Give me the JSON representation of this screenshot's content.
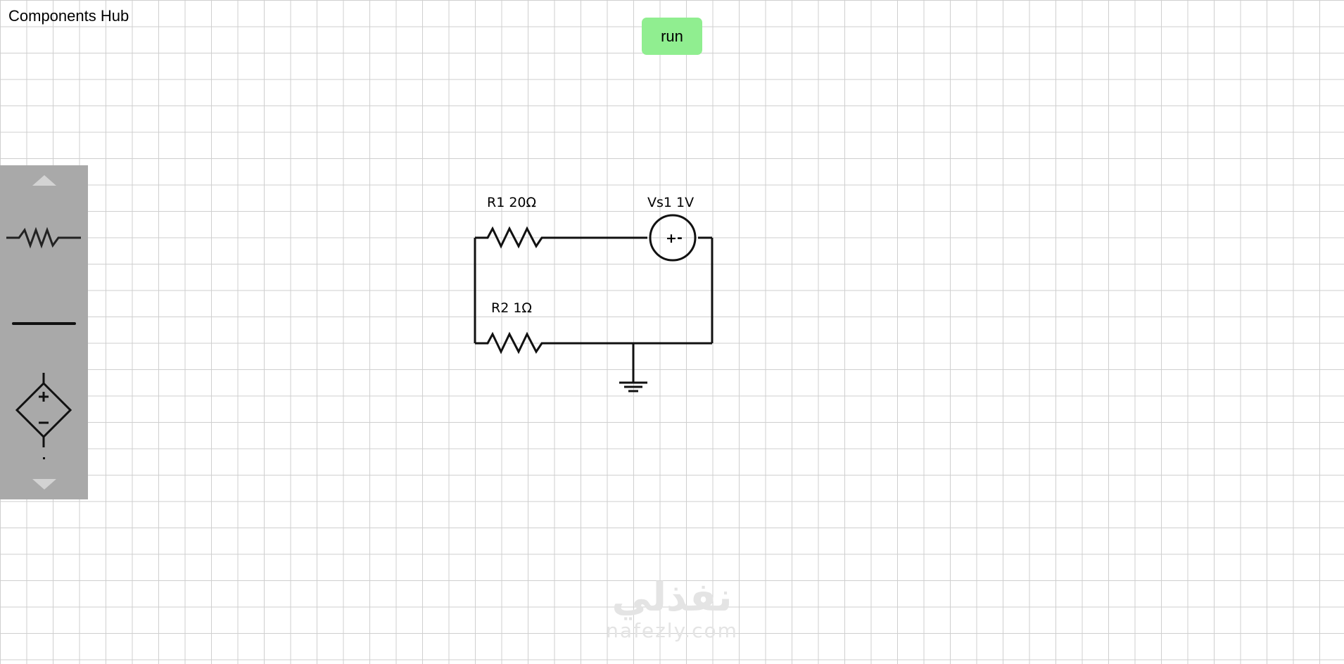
{
  "app": {
    "title": "Components Hub"
  },
  "toolbar": {
    "run_label": "run",
    "run_color": "#90ee90"
  },
  "hub": {
    "items": [
      {
        "name": "resistor"
      },
      {
        "name": "wire"
      },
      {
        "name": "dependent-voltage-source"
      }
    ]
  },
  "circuit": {
    "components": [
      {
        "id": "R1",
        "label": "R1 20Ω",
        "type": "resistor",
        "value": "20Ω"
      },
      {
        "id": "R2",
        "label": "R2 1Ω",
        "type": "resistor",
        "value": "1Ω"
      },
      {
        "id": "Vs1",
        "label": "Vs1 1V",
        "type": "voltage-source",
        "value": "1V",
        "plus": "+",
        "minus": "-"
      }
    ]
  },
  "watermark": {
    "arabic": "نفذلي",
    "latin": "nafezly.com"
  }
}
